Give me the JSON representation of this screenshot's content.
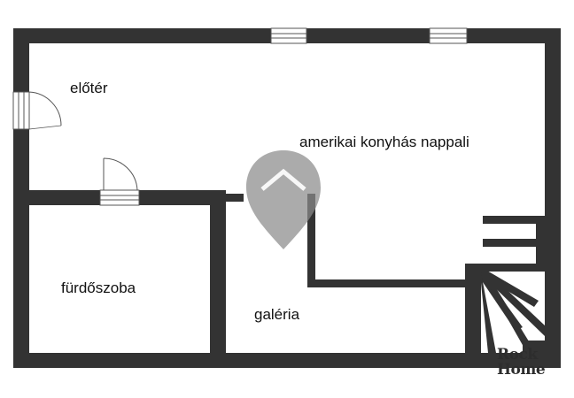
{
  "rooms": {
    "eloter": "előtér",
    "nappali": "amerikai konyhás nappali",
    "furdoszoba": "fürdőszoba",
    "galeria": "galéria"
  },
  "brand": {
    "line1": "Rock",
    "line2": "Home"
  },
  "colors": {
    "wall": "#333333",
    "watermark": "#8a8a8a",
    "background": "#ffffff"
  }
}
